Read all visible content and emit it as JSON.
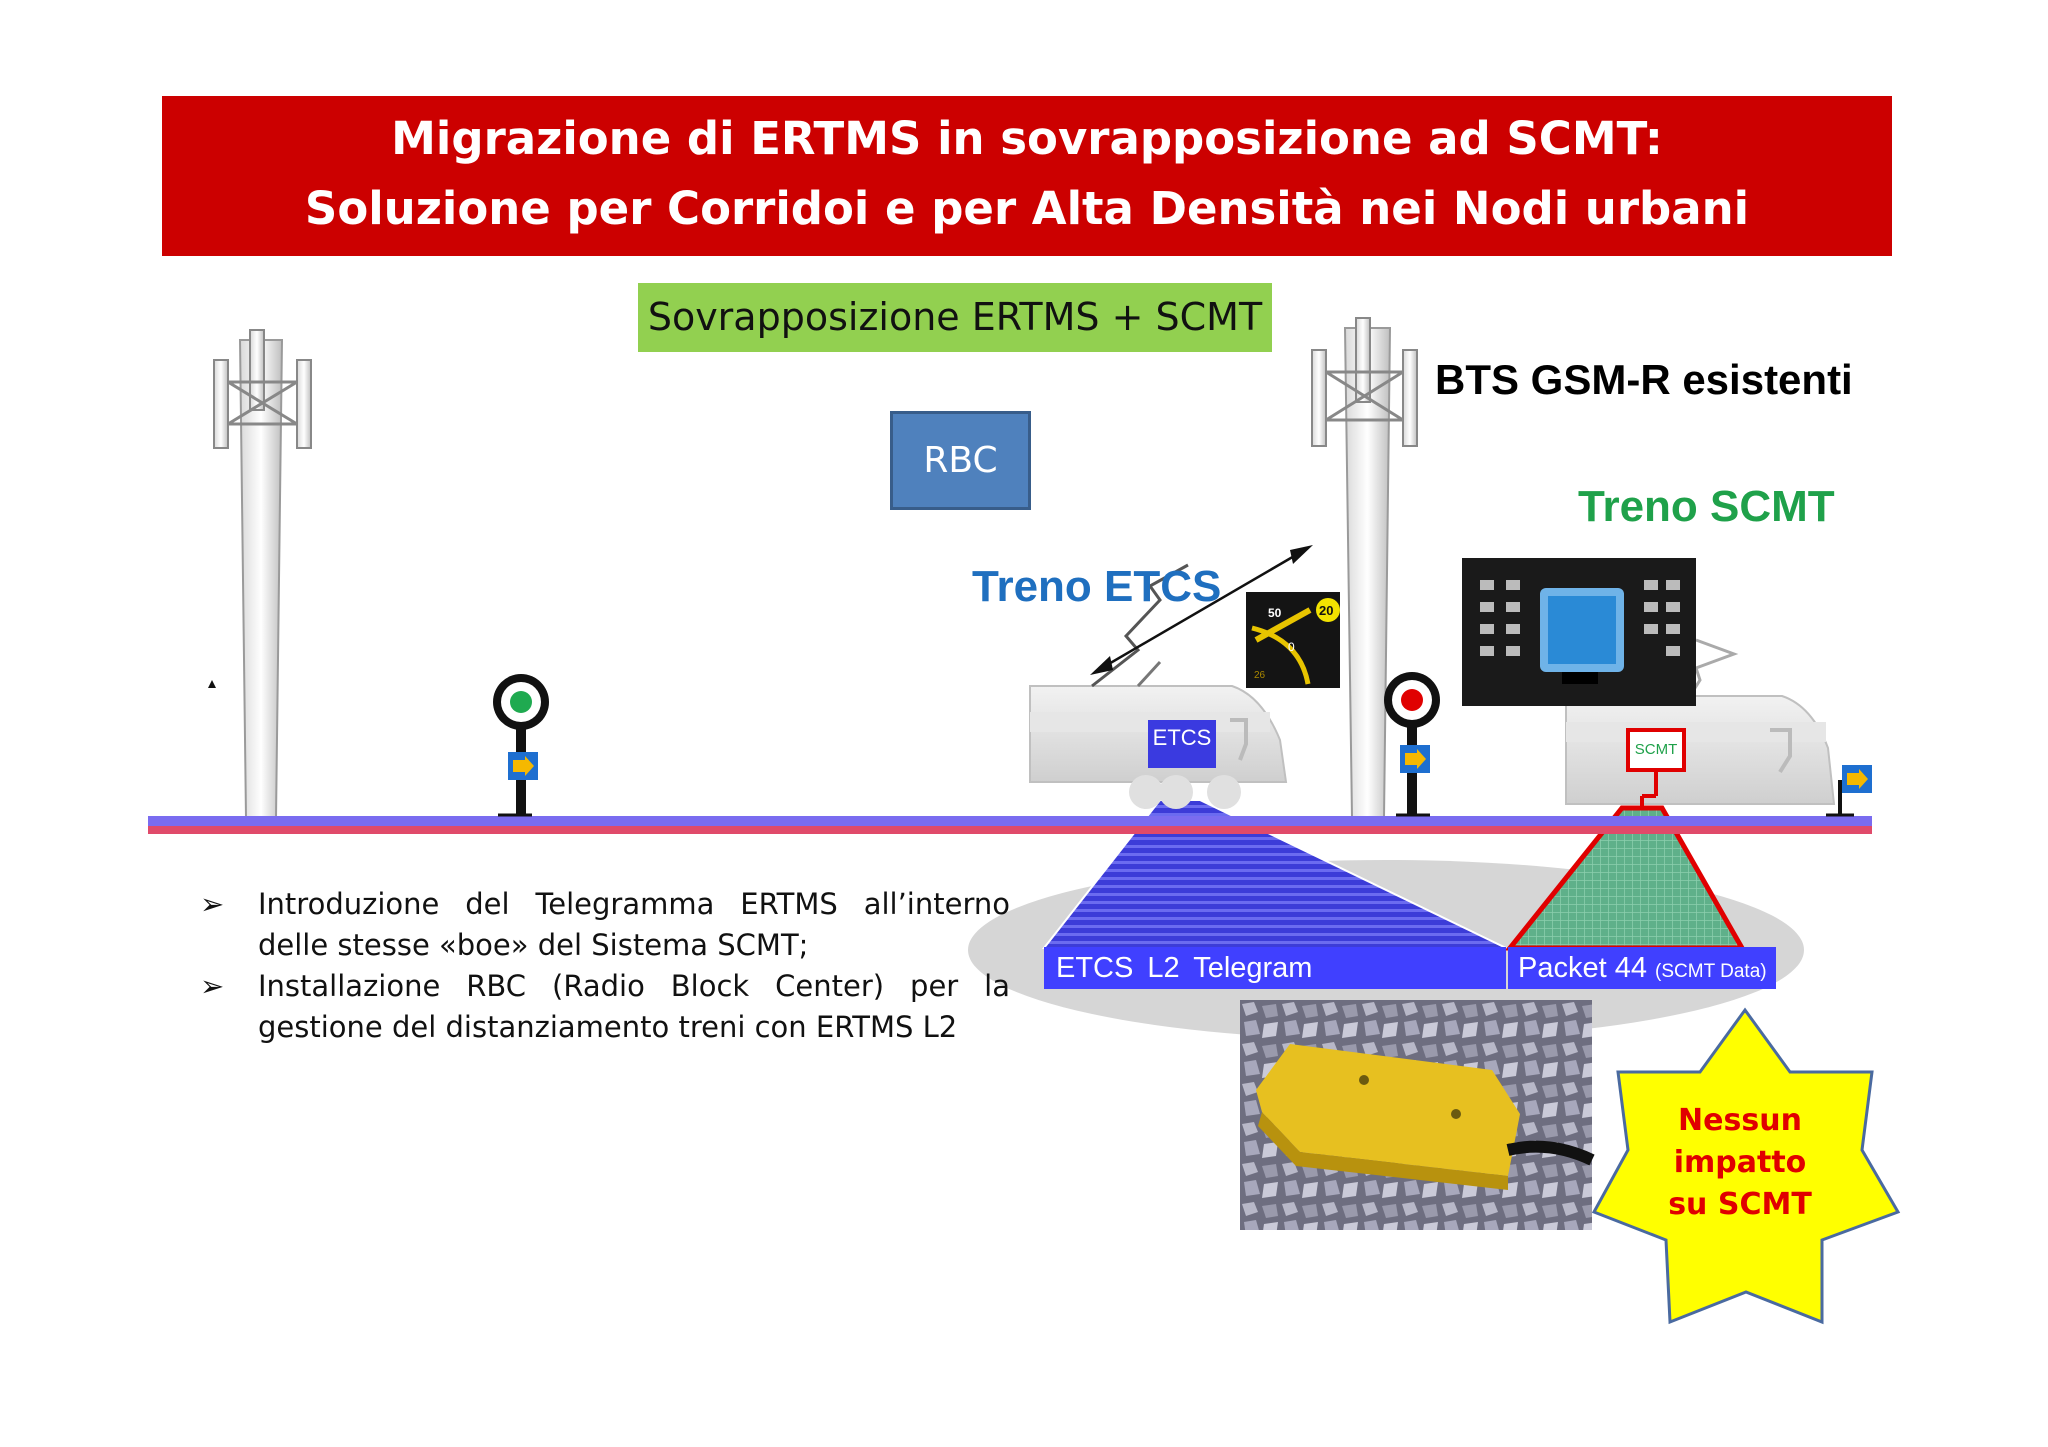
{
  "title": {
    "line1": "Migrazione di ERTMS in sovrapposizione ad SCMT:",
    "line2": "Soluzione per Corridoi e per Alta Densità nei Nodi urbani"
  },
  "subtitle": "Sovrapposizione ERTMS + SCMT",
  "rbc_label": "RBC",
  "bts_label": "BTS GSM-R esistenti",
  "treno_etcs_label": "Treno ETCS",
  "treno_scmt_label": "Treno SCMT",
  "etcs_tag": "ETCS",
  "scmt_tag": "SCMT",
  "telegram_label": "ETCS  L2  Telegram",
  "packet_label": "Packet 44",
  "packet_sub": "(SCMT Data)",
  "speedo": {
    "v1": "50",
    "v2": "20",
    "v3": "0",
    "v4": "26"
  },
  "bullets": [
    "Introduzione del Telegramma ERTMS all’interno delle stesse «boe» del Sistema SCMT;",
    "Installazione RBC (Radio Block Center) per la gestione del distanziamento treni con ERTMS L2"
  ],
  "star_text": {
    "line1": "Nessun",
    "line2": "impatto",
    "line3": "su SCMT"
  },
  "colors": {
    "banner": "#cc0000",
    "subtitle_box": "#92d050",
    "rbc_box": "#4f81bd",
    "etcs_blue": "#1f6fbf",
    "scmt_green": "#1fa14a",
    "telegram_bg": "#4040ff",
    "star": "#ffff00"
  }
}
